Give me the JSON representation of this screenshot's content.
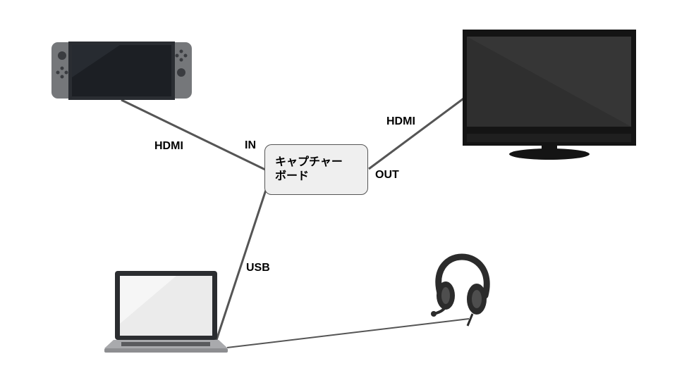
{
  "diagram": {
    "device_box": {
      "line1": "キャプチャー",
      "line2": "ボード"
    },
    "labels": {
      "hdmi_in_cable": "HDMI",
      "in_port": "IN",
      "hdmi_out_cable": "HDMI",
      "out_port": "OUT",
      "usb_cable": "USB"
    },
    "icons": [
      "game-console-icon",
      "television-icon",
      "laptop-icon",
      "headset-icon"
    ],
    "colors": {
      "wire": "#555555",
      "box_fill": "#efefef",
      "console_body": "#75777a",
      "screen": "#1c1f24"
    }
  }
}
